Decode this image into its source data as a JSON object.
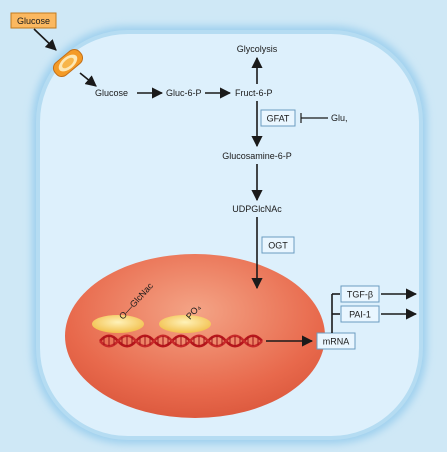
{
  "labels": {
    "glucose_outside": "Glucose",
    "glucose_inside": "Glucose",
    "gluc6p": "Gluc-6-P",
    "fruct6p": "Fruct-6-P",
    "glycolysis": "Glycolysis",
    "gfat": "GFAT",
    "glu": "Glu,",
    "glucosamine6p": "Glucosamine-6-P",
    "udpglcnac": "UDPGlcNAc",
    "ogt": "OGT",
    "o_glcnac": "O—GlcNac",
    "po4": "PO₄",
    "mrna": "mRNA",
    "tgfb": "TGF-β",
    "pai1": "PAI-1"
  },
  "colors": {
    "background": "#cfe8f6",
    "cell_fill": "#d9efff",
    "cell_glow": "#9fd0ee",
    "nucleus": "#e8694c",
    "nucleus_light": "#f3a58c",
    "dna": "#c21a1a",
    "transporter": "#f7a637",
    "glucose_box": "#fbb860",
    "label_box": "#e9f6ff",
    "arrow": "#1a1a1a",
    "protein_blob": "#f6cf63"
  },
  "icons": [
    "glucose-transporter-icon",
    "dna-helix-icon"
  ]
}
